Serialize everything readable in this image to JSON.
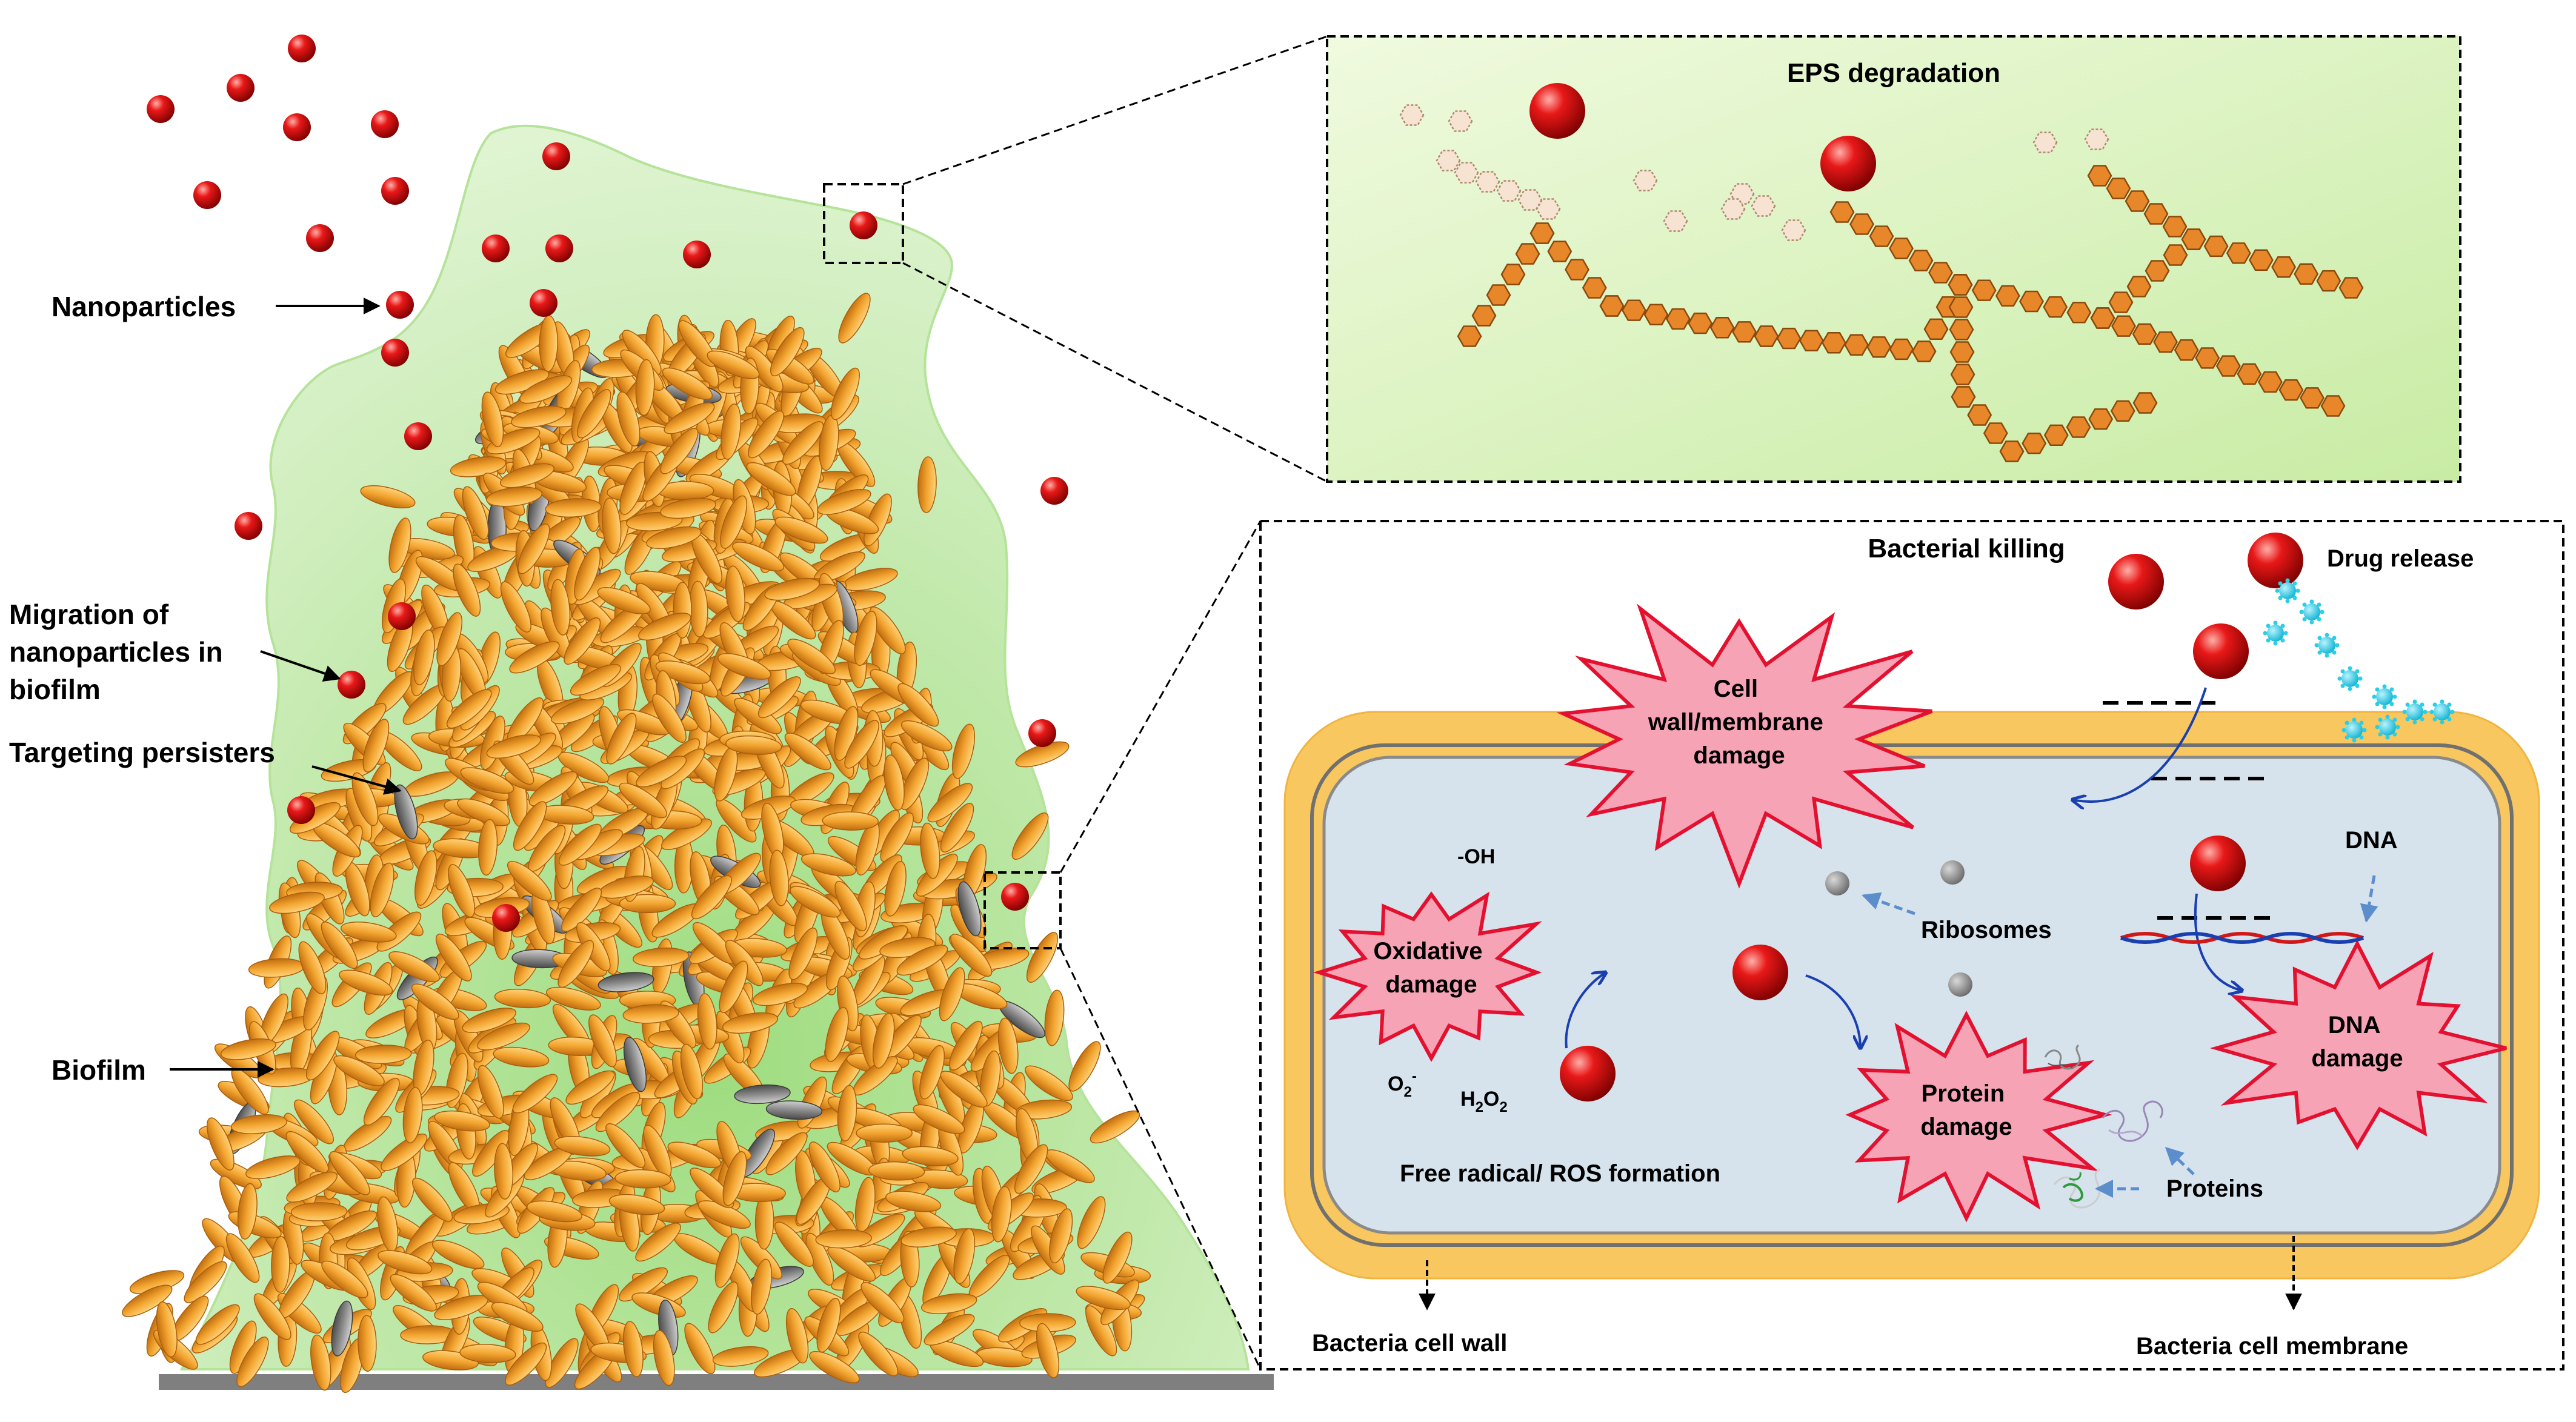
{
  "colors": {
    "biofilm": "#c8ecb0",
    "biofilm_edge": "#9fd884",
    "bacterium": "#f3a530",
    "bacterium_edge": "#c06d10",
    "persister": "#8a8a8a",
    "nanoparticle": "#e01010",
    "eps_chain": "#e8862a",
    "eps_free": "#f7e3d2",
    "cell_wall": "#f8c760",
    "cytoplasm": "#d6e2ec",
    "starburst": "#f5a3b5",
    "starburst_edge": "#e3112f",
    "drug": "#29cfe6",
    "arrow_blue": "#1a3fb0",
    "arrow_lightblue": "#5b8ecb",
    "substrate": "#7f7f7f"
  },
  "left": {
    "label_nanoparticles": "Nanoparticles",
    "label_migration": [
      "Migration of",
      "nanoparticles in",
      "biofilm"
    ],
    "label_targeting": "Targeting persisters",
    "label_biofilm": "Biofilm"
  },
  "eps": {
    "title": "EPS degradation"
  },
  "killing": {
    "title": "Bacterial killing",
    "drug_release": "Drug release",
    "wall_damage": [
      "Cell",
      "wall/membrane",
      "damage"
    ],
    "oxidative_damage": [
      "Oxidative",
      "damage"
    ],
    "protein_damage": [
      "Protein",
      "damage"
    ],
    "dna_damage": [
      "DNA",
      "damage"
    ],
    "ribosomes": "Ribosomes",
    "dna": "DNA",
    "proteins": "Proteins",
    "oh": "-OH",
    "o2": "O",
    "o2_sub": "2",
    "o2_sup": "-",
    "h2o2_h": "H",
    "h2o2_sub1": "2",
    "h2o2_o": "O",
    "h2o2_sub2": "2",
    "ros": "Free radical/ ROS formation",
    "cell_wall_label": "Bacteria cell wall",
    "cell_membrane_label": "Bacteria cell membrane"
  }
}
